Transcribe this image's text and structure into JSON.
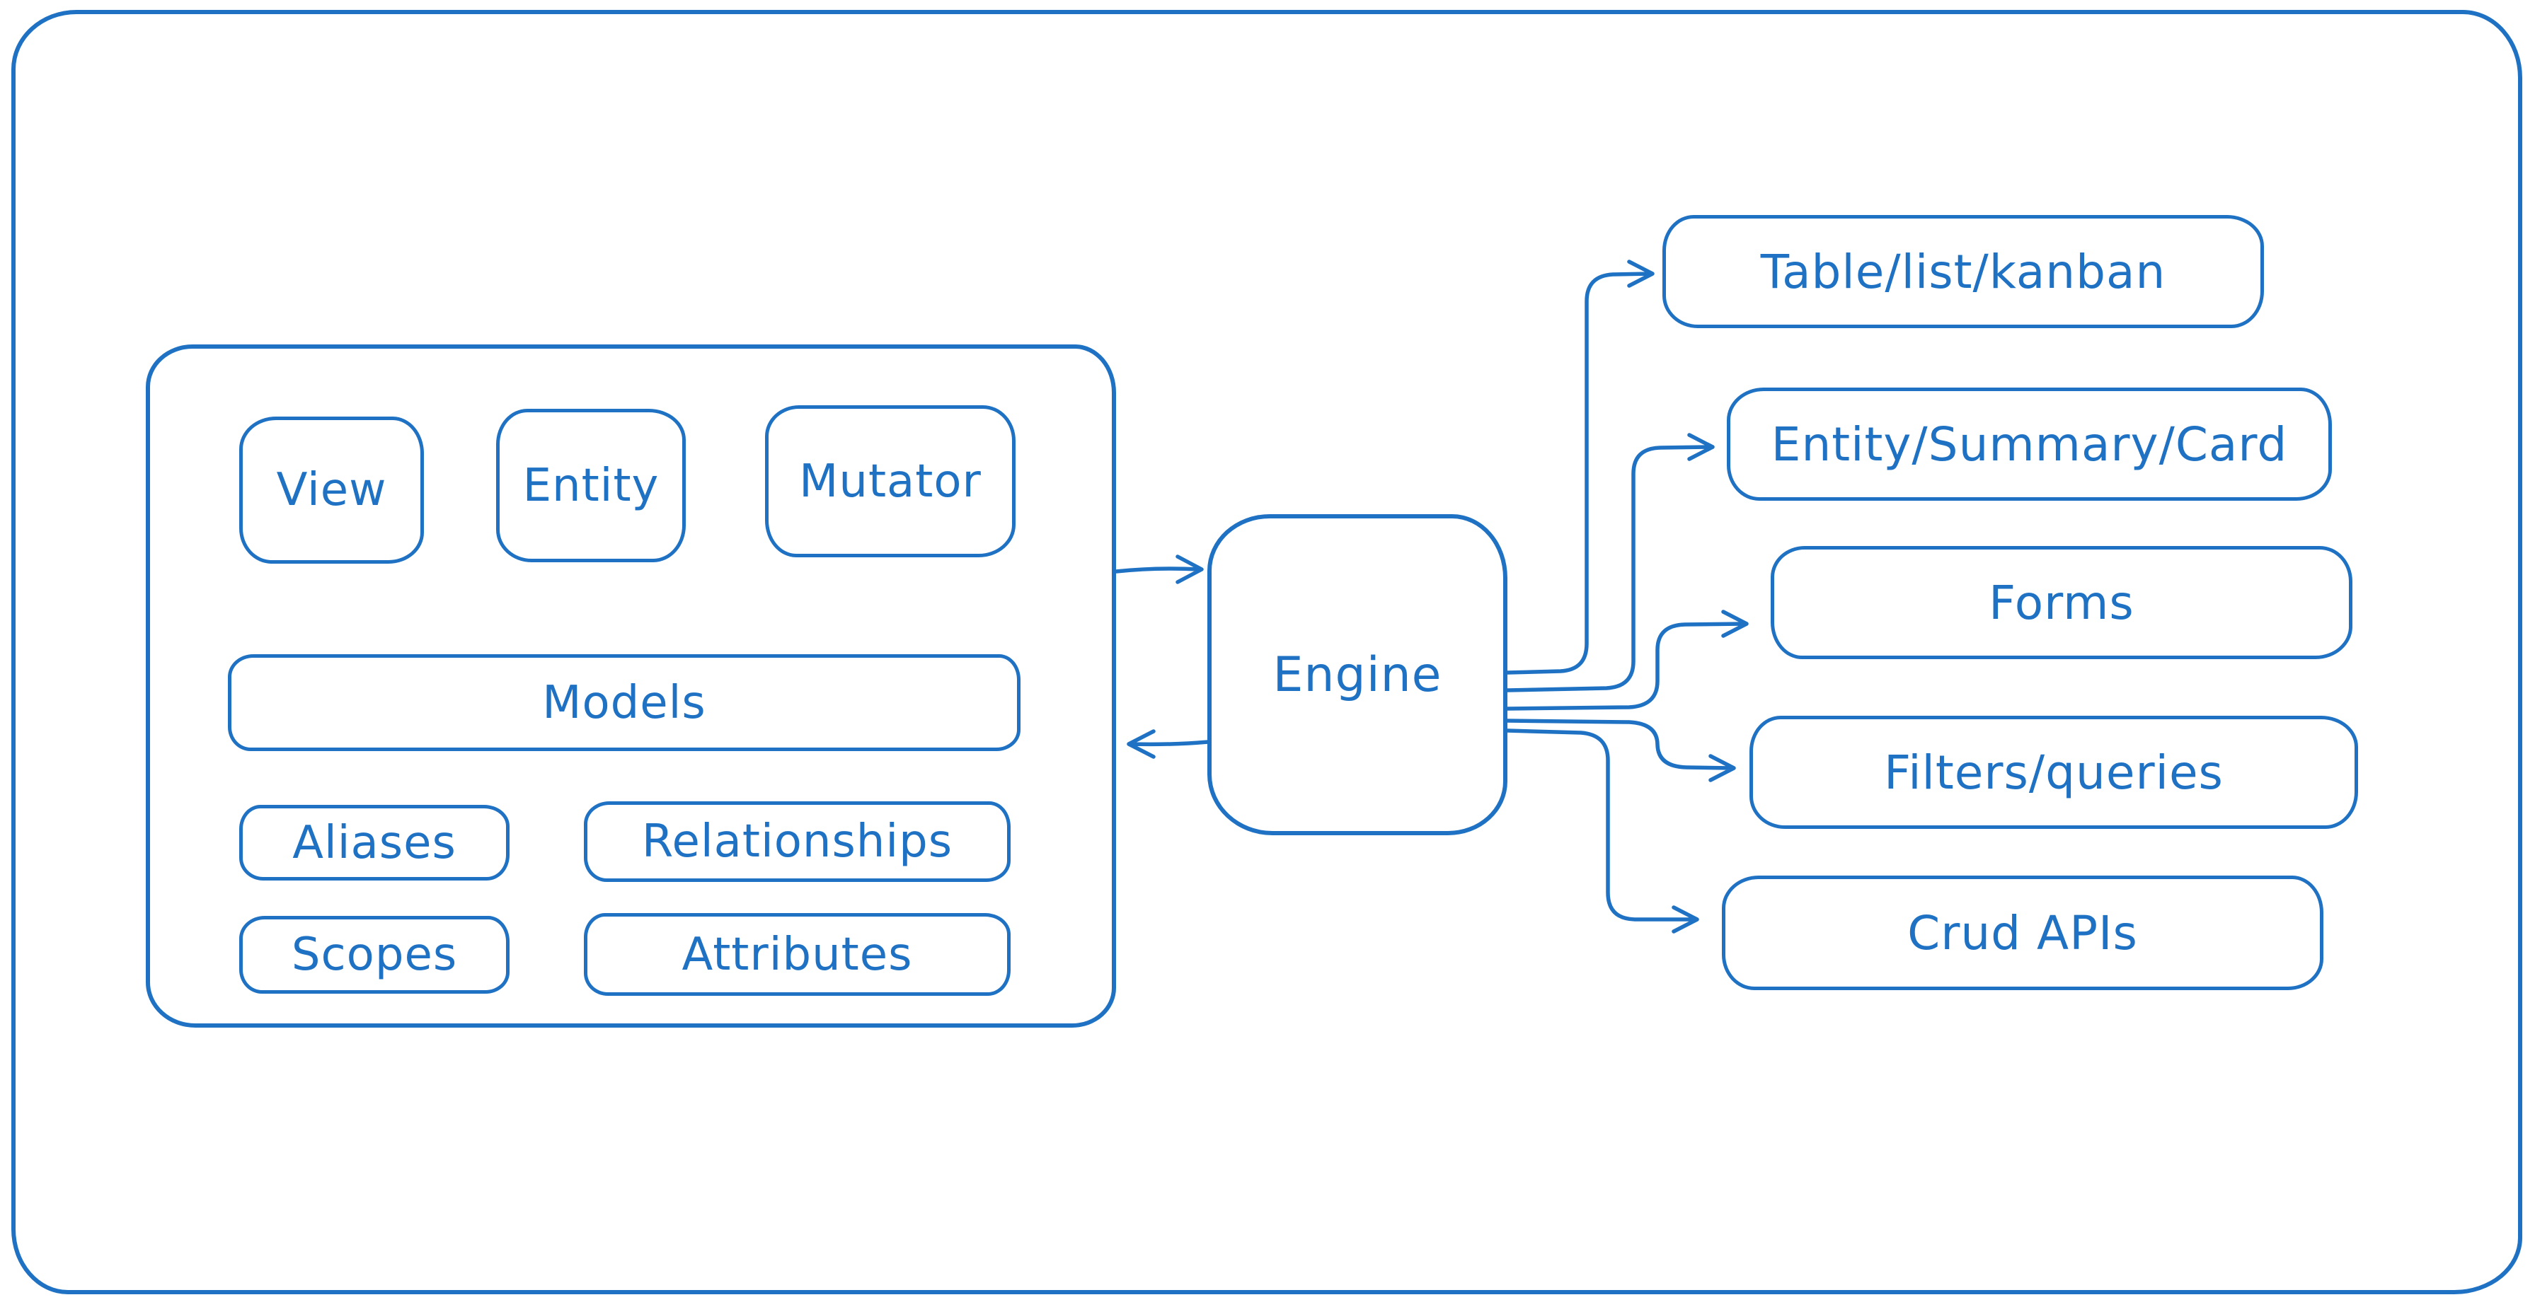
{
  "colors": {
    "ink": "#1f72c3",
    "background": "#ffffff"
  },
  "nodes": {
    "view": {
      "label": "View"
    },
    "entity": {
      "label": "Entity"
    },
    "mutator": {
      "label": "Mutator"
    },
    "models": {
      "label": "Models"
    },
    "aliases": {
      "label": "Aliases"
    },
    "relationships": {
      "label": "Relationships"
    },
    "scopes": {
      "label": "Scopes"
    },
    "attributes": {
      "label": "Attributes"
    },
    "engine": {
      "label": "Engine"
    },
    "table_list_kanban": {
      "label": "Table/list/kanban"
    },
    "entity_summary_card": {
      "label": "Entity/Summary/Card"
    },
    "forms": {
      "label": "Forms"
    },
    "filters_queries": {
      "label": "Filters/queries"
    },
    "crud_apis": {
      "label": "Crud APIs"
    }
  },
  "edges": [
    {
      "from": "model_group",
      "to": "engine"
    },
    {
      "from": "engine",
      "to": "model_group"
    },
    {
      "from": "engine",
      "to": "table_list_kanban"
    },
    {
      "from": "engine",
      "to": "entity_summary_card"
    },
    {
      "from": "engine",
      "to": "forms"
    },
    {
      "from": "engine",
      "to": "filters_queries"
    },
    {
      "from": "engine",
      "to": "crud_apis"
    }
  ]
}
